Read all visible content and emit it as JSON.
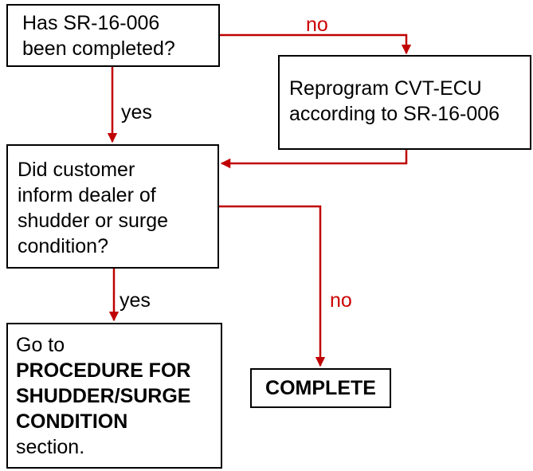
{
  "colors": {
    "connector": "#c00000",
    "no_label": "#cc0000",
    "box_border": "#000000"
  },
  "nodes": {
    "q1": {
      "lines": [
        "Has SR-16-006",
        "been completed?"
      ]
    },
    "reprogram": {
      "lines": [
        "Reprogram CVT-ECU",
        "according to SR-16-006"
      ]
    },
    "q2": {
      "lines": [
        "Did customer",
        "inform dealer of",
        "shudder or surge",
        "condition?"
      ]
    },
    "goto": {
      "line1": "Go to",
      "bold_lines": [
        "PROCEDURE FOR",
        "SHUDDER/SURGE",
        "CONDITION"
      ],
      "line_last": "section."
    },
    "complete": {
      "label": "COMPLETE"
    }
  },
  "edges": {
    "q1_no": "no",
    "q1_yes": "yes",
    "q2_yes": "yes",
    "q2_no": "no"
  }
}
